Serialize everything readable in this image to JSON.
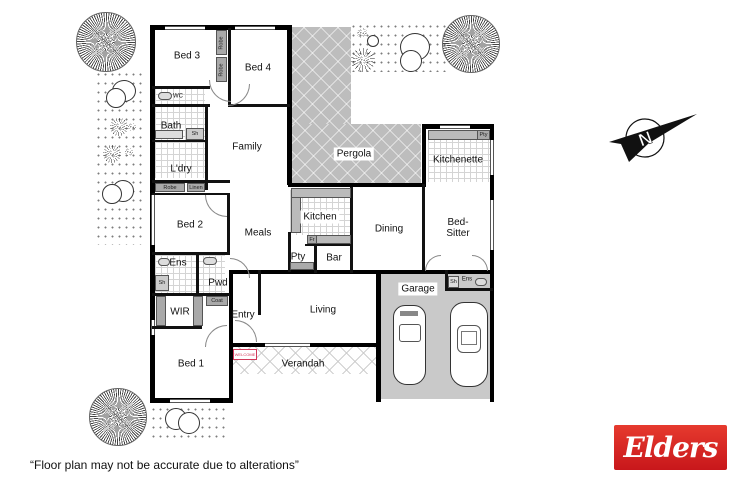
{
  "floor_plan": {
    "rooms": {
      "bed3": "Bed 3",
      "bed4": "Bed 4",
      "robe_bed3": "Robe",
      "robe_bed4": "Robe",
      "wc": "WC",
      "bath": "Bath",
      "bath_shower": "Sh",
      "laundry": "L'dry",
      "robe_bed2": "Robe",
      "linen": "Linen",
      "family": "Family",
      "pergola": "Pergola",
      "kitchenette": "Kitchenette",
      "kitchenette_pantry": "Pty",
      "bed2": "Bed 2",
      "kitchen": "Kitchen",
      "fridge": "Fr",
      "dining": "Dining",
      "bed_sitter": "Bed-\nSitter",
      "meals": "Meals",
      "pantry": "Pty",
      "bar": "Bar",
      "ensuite": "Ens",
      "ensuite_shower": "Sh",
      "powder": "Pwd",
      "coat": "Coat",
      "wir": "WIR",
      "entry": "Entry",
      "living": "Living",
      "garage": "Garage",
      "garage_ensuite": "Ens",
      "garage_shower": "Sh",
      "bed1": "Bed 1",
      "verandah": "Verandah",
      "welcome_mat": "WELCOME"
    },
    "compass": {
      "label": "N",
      "icon": "north-arrow-icon"
    }
  },
  "disclaimer": "“Floor plan may not be accurate due to alterations”",
  "logo": {
    "text": "Elders",
    "color": "#d9251d"
  }
}
